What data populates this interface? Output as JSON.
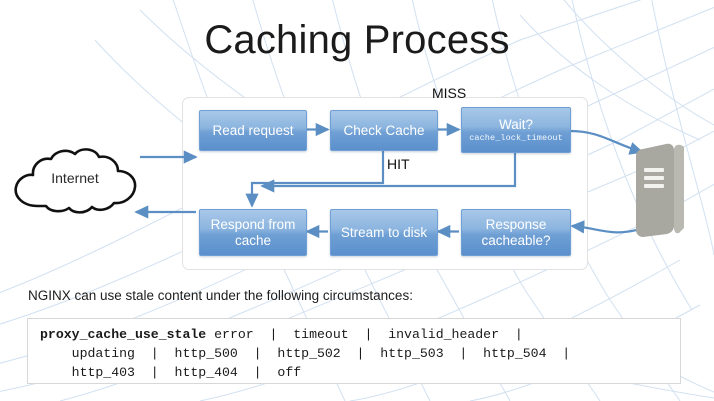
{
  "slide": {
    "title": "Caching Process",
    "background_color": "#ffffff",
    "mesh_color": "#cfdff0"
  },
  "diagram": {
    "panel_name": "caching-flow-panel",
    "box_fill_top": "#a8c8e8",
    "box_fill_bottom": "#5b90cd",
    "connector_color": "#5b8fc4",
    "boxes": [
      {
        "id": "read-request",
        "label": "Read request",
        "sub": ""
      },
      {
        "id": "check-cache",
        "label": "Check Cache",
        "sub": ""
      },
      {
        "id": "wait",
        "label": "Wait?",
        "sub": "cache_lock_timeout"
      },
      {
        "id": "respond-from-cache",
        "label": "Respond from cache",
        "sub": ""
      },
      {
        "id": "stream-to-disk",
        "label": "Stream to disk",
        "sub": ""
      },
      {
        "id": "response-cacheable",
        "label": "Response cacheable?",
        "sub": ""
      }
    ],
    "edge_labels": {
      "miss": "MISS",
      "hit": "HIT"
    },
    "endpoints": {
      "cloud_label": "Internet",
      "server_label": "server-icon"
    }
  },
  "caption": "NGINX can use stale content under the following circumstances:",
  "code": {
    "directive": "proxy_cache_use_stale",
    "line1_rest": " error  |  timeout  |  invalid_header  |",
    "line2": "    updating  |  http_500  |  http_502  |  http_503  |  http_504  |",
    "line3": "    http_403  |  http_404  |  off",
    "values": [
      "error",
      "timeout",
      "invalid_header",
      "updating",
      "http_500",
      "http_502",
      "http_503",
      "http_504",
      "http_403",
      "http_404",
      "off"
    ]
  }
}
